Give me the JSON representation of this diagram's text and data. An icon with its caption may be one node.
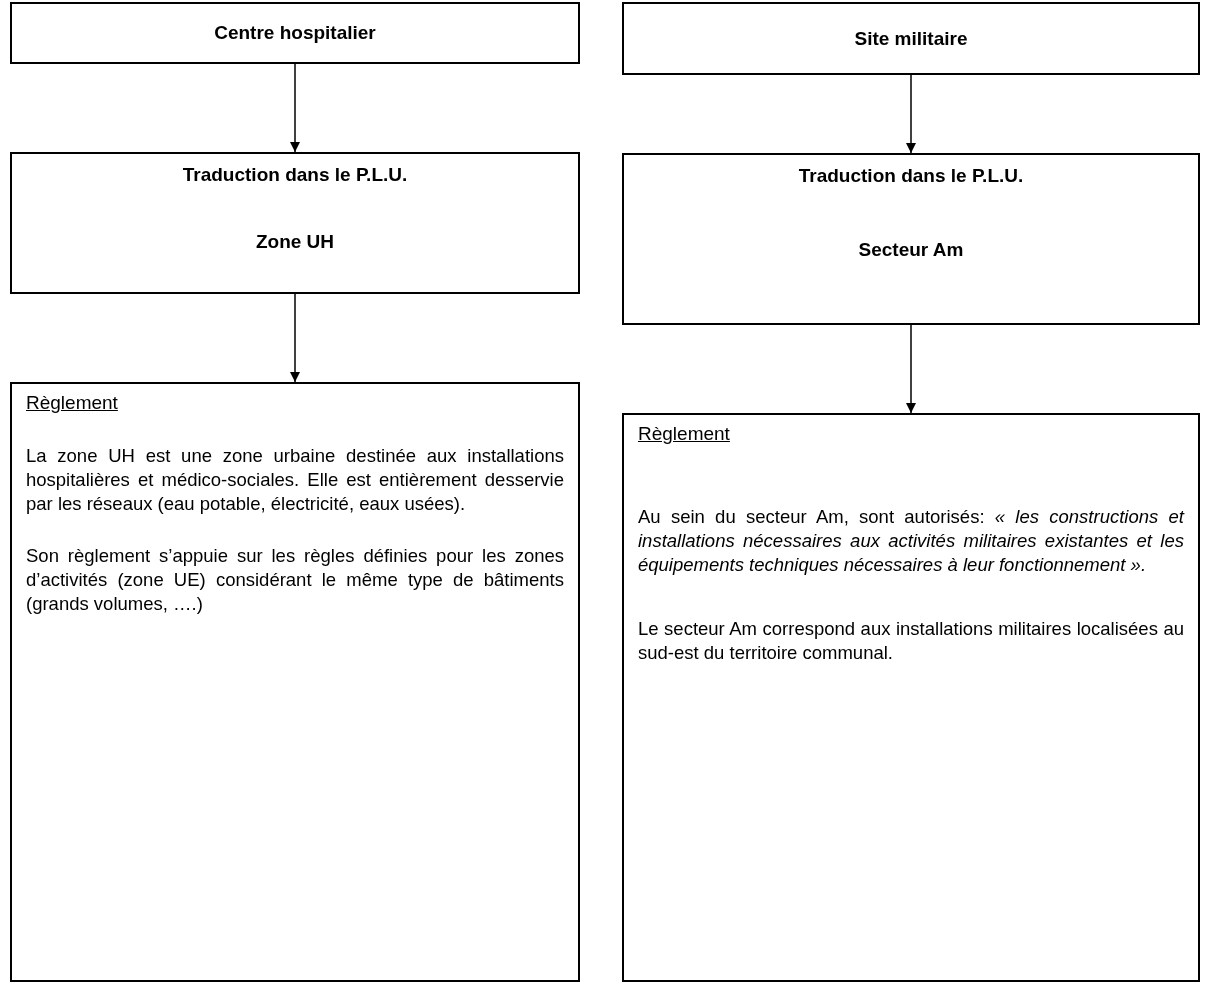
{
  "diagram": {
    "nodes": [
      {
        "text": [
          "Centre hospitalier"
        ]
      },
      {
        "text": [
          "Traduction dans le P.L.U.",
          "Zone UH"
        ]
      },
      {
        "text": [
          "Règlement",
          "La zone UH est une zone urbaine destinée aux installations hospitalières et médico-sociales. Elle est entièrement desservie par les réseaux (eau potable, électricité, eaux usées).",
          "Son règlement s’appuie sur les règles définies pour les zones d’activités (zone UE) considérant le même type de bâtiments (grands volumes, ….)"
        ]
      },
      {
        "text": [
          "Site militaire"
        ]
      },
      {
        "text": [
          "Traduction dans le P.L.U.",
          "Secteur Am"
        ]
      },
      {
        "text": [
          "Règlement",
          "Au sein du secteur Am, sont autorisés: *« les constructions et installations nécessaires aux activités militaires existantes et les équipements techniques nécessaires à leur fonctionnement ».*",
          "Le secteur Am correspond aux installations militaires localisées au sud-est du territoire communal."
        ]
      }
    ],
    "edges": [
      {
        "from": 0,
        "to": 1,
        "arrow": "to"
      },
      {
        "from": 1,
        "to": 2,
        "arrow": "to"
      },
      {
        "from": 3,
        "to": 4,
        "arrow": "to"
      },
      {
        "from": 4,
        "to": 5,
        "arrow": "to"
      }
    ]
  }
}
